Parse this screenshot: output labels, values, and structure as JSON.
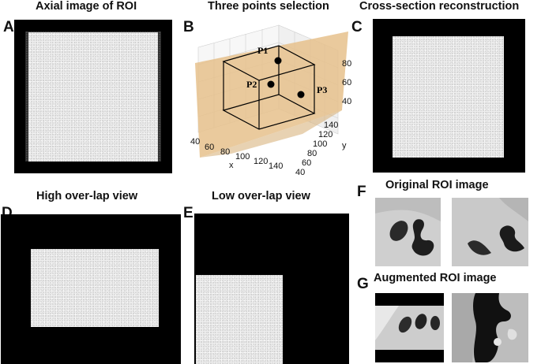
{
  "panels": {
    "A": {
      "letter": "A",
      "title": "Axial image of ROI"
    },
    "B": {
      "letter": "B",
      "title": "Three points selection"
    },
    "C": {
      "letter": "C",
      "title": "Cross-section reconstruction"
    },
    "D": {
      "letter": "D",
      "title": "High over-lap view"
    },
    "E": {
      "letter": "E",
      "title": "Low over-lap view"
    },
    "F": {
      "letter": "F",
      "title": "Original ROI image"
    },
    "G": {
      "letter": "G",
      "title": "Augmented ROI image"
    }
  },
  "plot3d": {
    "points": [
      {
        "label": "P1"
      },
      {
        "label": "P2"
      },
      {
        "label": "P3"
      }
    ],
    "x_axis": {
      "label": "x",
      "ticks": [
        "40",
        "60",
        "80",
        "100",
        "120",
        "140"
      ]
    },
    "y_axis": {
      "label": "y",
      "ticks": [
        "40",
        "60",
        "80",
        "100",
        "120",
        "140"
      ]
    },
    "z_axis": {
      "ticks": [
        "40",
        "60",
        "80"
      ]
    },
    "plane_color": "#e6c18c"
  }
}
